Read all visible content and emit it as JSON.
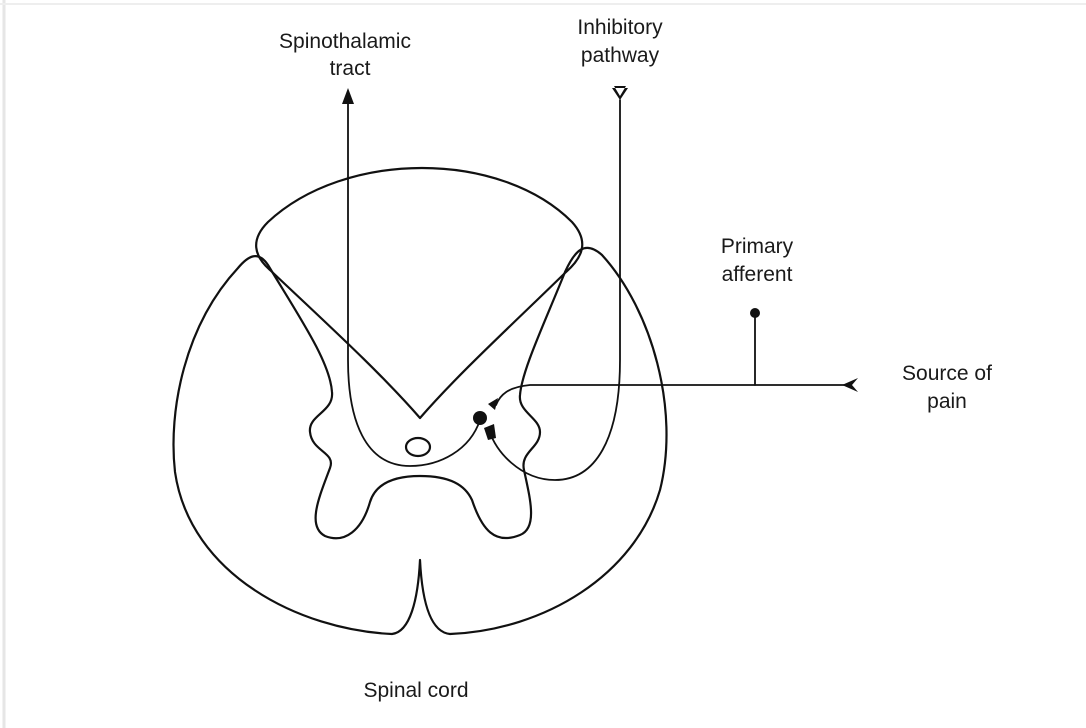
{
  "diagram": {
    "labels": {
      "spinothalamic_line1": "Spinothalamic",
      "spinothalamic_line2": "tract",
      "inhibitory_line1": "Inhibitory",
      "inhibitory_line2": "pathway",
      "primary_line1": "Primary",
      "primary_line2": "afferent",
      "source_line1": "Source of",
      "source_line2": "pain",
      "caption": "Spinal cord"
    },
    "colors": {
      "stroke": "#111111",
      "background": "#ffffff"
    }
  }
}
